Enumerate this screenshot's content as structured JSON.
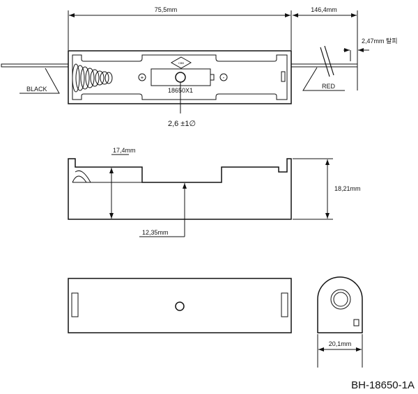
{
  "top_view": {
    "length_label": "75,5mm",
    "wire_length_label": "146,4mm",
    "strip_label": "2,47mm 탈피",
    "black_label": "BLACK",
    "red_label": "RED",
    "cell_label": "18650X1",
    "plus_label": "+",
    "minus_label": "-",
    "hole_label": "2,6 ±1∅",
    "logo_text": "CBB"
  },
  "side_view": {
    "inner_height_label": "17,4mm",
    "floor_height_label": "12,35mm",
    "total_height_label": "18,21mm"
  },
  "end_view": {
    "width_label": "20,1mm"
  },
  "model": "BH-18650-1A"
}
